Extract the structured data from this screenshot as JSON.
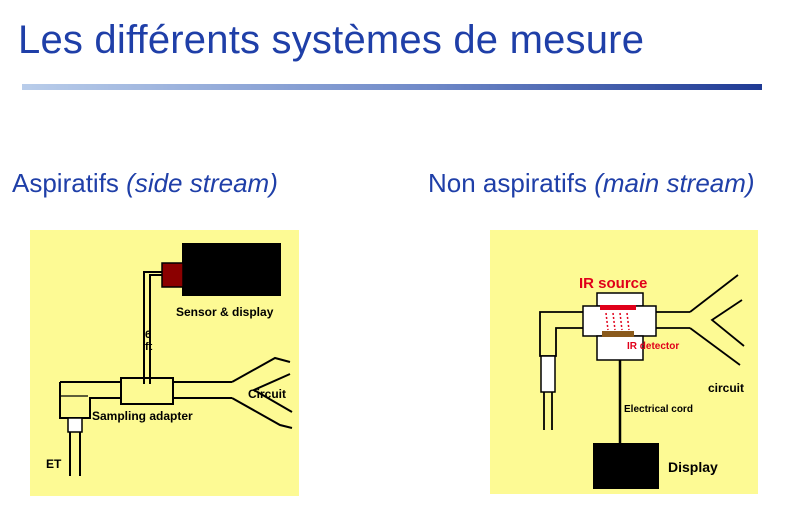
{
  "slide": {
    "title": "Les différents systèmes de mesure",
    "left_heading": "Aspiratifs",
    "left_heading_italic": "(side stream)",
    "right_heading": "Non aspiratifs",
    "right_heading_italic": "(main stream)"
  },
  "left_diagram": {
    "sensor_label": "Sensor & display",
    "tube_length_label_1": "6",
    "tube_length_label_2": "ft",
    "circuit_label": "Circuit",
    "adapter_label": "Sampling adapter",
    "et_label": "ET"
  },
  "right_diagram": {
    "source_label": "IR source",
    "detector_label": "IR detector",
    "circuit_label": "circuit",
    "cord_label": "Electrical cord",
    "display_label": "Display"
  },
  "colors": {
    "title_blue": "#1f3fa8",
    "panel_yellow": "#fdfa94",
    "ir_red": "#e0001a",
    "detector_brown": "#8a5a1c"
  }
}
